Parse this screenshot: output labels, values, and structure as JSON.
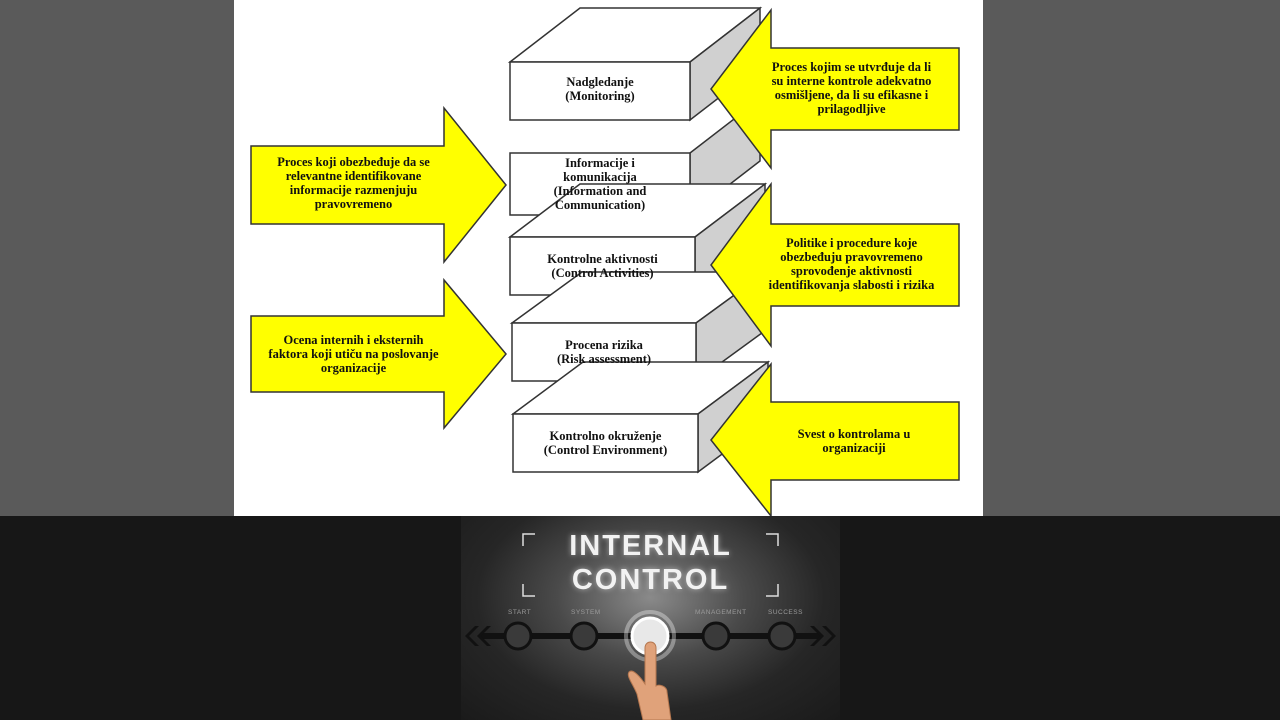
{
  "diagram": {
    "layers": [
      {
        "id": "monitoring",
        "label": "Nadgledanje\n(Monitoring)"
      },
      {
        "id": "info",
        "label": "Informacije i\nkomunikacija\n(Information and\nCommunication)"
      },
      {
        "id": "activities",
        "label": "Kontrolne aktivnosti\n(Control Activities)"
      },
      {
        "id": "risk",
        "label": "Procena rizika\n(Risk assessment)"
      },
      {
        "id": "environment",
        "label": "Kontrolno okruženje\n(Control Environment)"
      }
    ],
    "arrows": [
      {
        "id": "monitoring-desc",
        "label": "Proces kojim se utvrđuje da li\nsu interne kontrole adekvatno\nosmišljene, da li su efikasne i\nprilagodljive"
      },
      {
        "id": "info-desc",
        "label": "Proces koji obezbeđuje da se\nrelevantne identifikovane\ninformacije razmenjuju\npravovremeno"
      },
      {
        "id": "activities-desc",
        "label": "Politike i procedure koje\nobezbeđuju pravovremeno\nsprovođenje aktivnosti\nidentifikovanja slabosti i rizika"
      },
      {
        "id": "risk-desc",
        "label": "Ocena internih i eksternih\nfaktora koji utiču na poslovanje\norganizacije"
      },
      {
        "id": "environment-desc",
        "label": "Svest o kontrolama u\norganizaciji"
      }
    ],
    "colors": {
      "arrow_fill": "#ffff00",
      "box_side": "#d0d0d0",
      "box_front": "#ffffff",
      "stroke": "#333333"
    }
  },
  "banner": {
    "title_line1": "INTERNAL",
    "title_line2": "CONTROL",
    "steps": [
      "START",
      "SYSTEM",
      "MANAGEMENT",
      "SUCCESS"
    ]
  }
}
